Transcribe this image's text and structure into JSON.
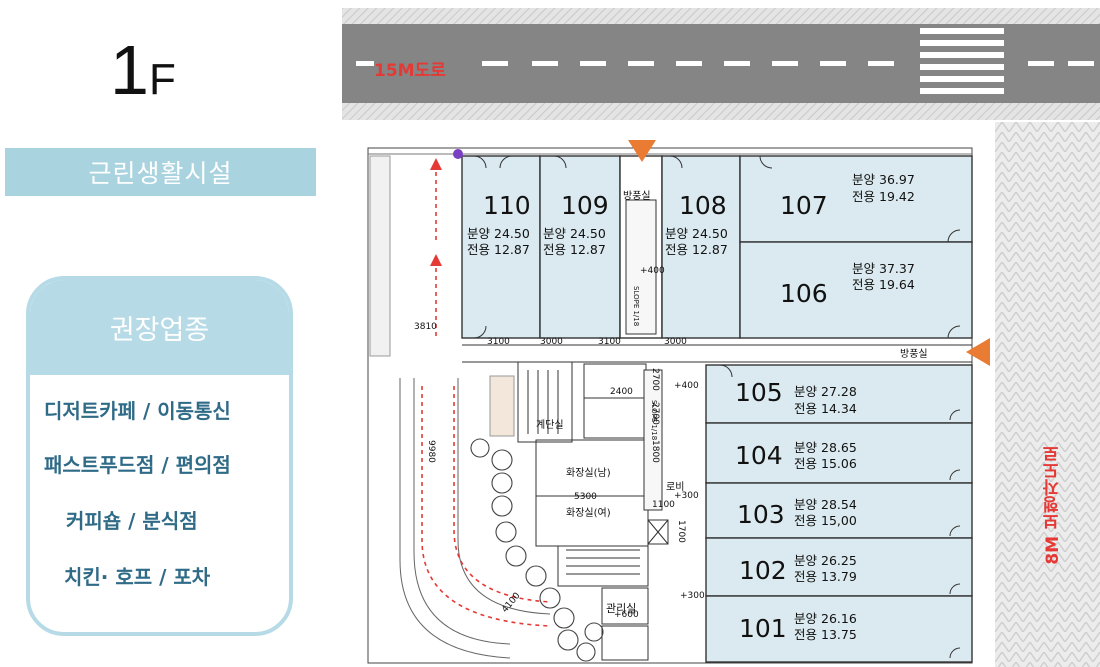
{
  "floor": {
    "number": "1",
    "suffix": "F"
  },
  "category": "근린생활시설",
  "recommended": {
    "title": "권장업종",
    "items": [
      "디저트카페 / 이동통신",
      "패스트푸드점 / 편의점",
      "커피숍 / 분식점",
      "치킨· 호프 /  포차"
    ]
  },
  "roads": {
    "main": "15M도로",
    "side": "8M 보행자도로"
  },
  "units": [
    {
      "no": "110",
      "sale_label": "분양",
      "sale": "24.50",
      "exclusive_label": "전용",
      "exclusive": "12.87"
    },
    {
      "no": "109",
      "sale_label": "분양",
      "sale": "24.50",
      "exclusive_label": "전용",
      "exclusive": "12.87"
    },
    {
      "no": "108",
      "sale_label": "분양",
      "sale": "24.50",
      "exclusive_label": "전용",
      "exclusive": "12.87"
    },
    {
      "no": "107",
      "sale_label": "분양",
      "sale": "36.97",
      "exclusive_label": "전용",
      "exclusive": "19.42"
    },
    {
      "no": "106",
      "sale_label": "분양",
      "sale": "37.37",
      "exclusive_label": "전용",
      "exclusive": "19.64"
    },
    {
      "no": "105",
      "sale_label": "분양",
      "sale": "27.28",
      "exclusive_label": "전용",
      "exclusive": "14.34"
    },
    {
      "no": "104",
      "sale_label": "분양",
      "sale": "28.65",
      "exclusive_label": "전용",
      "exclusive": "15.06"
    },
    {
      "no": "103",
      "sale_label": "분양",
      "sale": "28.54",
      "exclusive_label": "전용",
      "exclusive": "15,00"
    },
    {
      "no": "102",
      "sale_label": "분양",
      "sale": "26.25",
      "exclusive_label": "전용",
      "exclusive": "13.79"
    },
    {
      "no": "101",
      "sale_label": "분양",
      "sale": "26.16",
      "exclusive_label": "전용",
      "exclusive": "13.75"
    }
  ],
  "rooms": {
    "windbreak_top": "방풍실",
    "windbreak_right": "방풍실",
    "restroom_m": "화장실(남)",
    "restroom_f": "화장실(여)",
    "management": "관리실",
    "lobby": "로비",
    "stair_room": "계단실"
  },
  "dims": {
    "d3100a": "3100",
    "d3000a": "3000",
    "d3100b": "3100",
    "d3000b": "3000",
    "d2700a": "2700",
    "d2700b": "2700",
    "d1800": "1800",
    "d1700": "1700",
    "d9980": "9980",
    "d4100": "4100",
    "d5300": "5300",
    "d1100": "1100",
    "d3810": "3810",
    "d2400": "2400",
    "lvl400a": "+400",
    "lvl400b": "+400",
    "lvl300a": "+300",
    "lvl300b": "+300",
    "lvl600": "+600",
    "slope1": "SLOPE 1/18",
    "slope2": "SLOPE 1/18"
  },
  "colors": {
    "unit_fill": "#dbeaf0",
    "accent": "#a9d3df",
    "road": "#858585",
    "text_blue": "#2f6b87",
    "red": "#e53935",
    "arrow_orange": "#e97b32"
  }
}
